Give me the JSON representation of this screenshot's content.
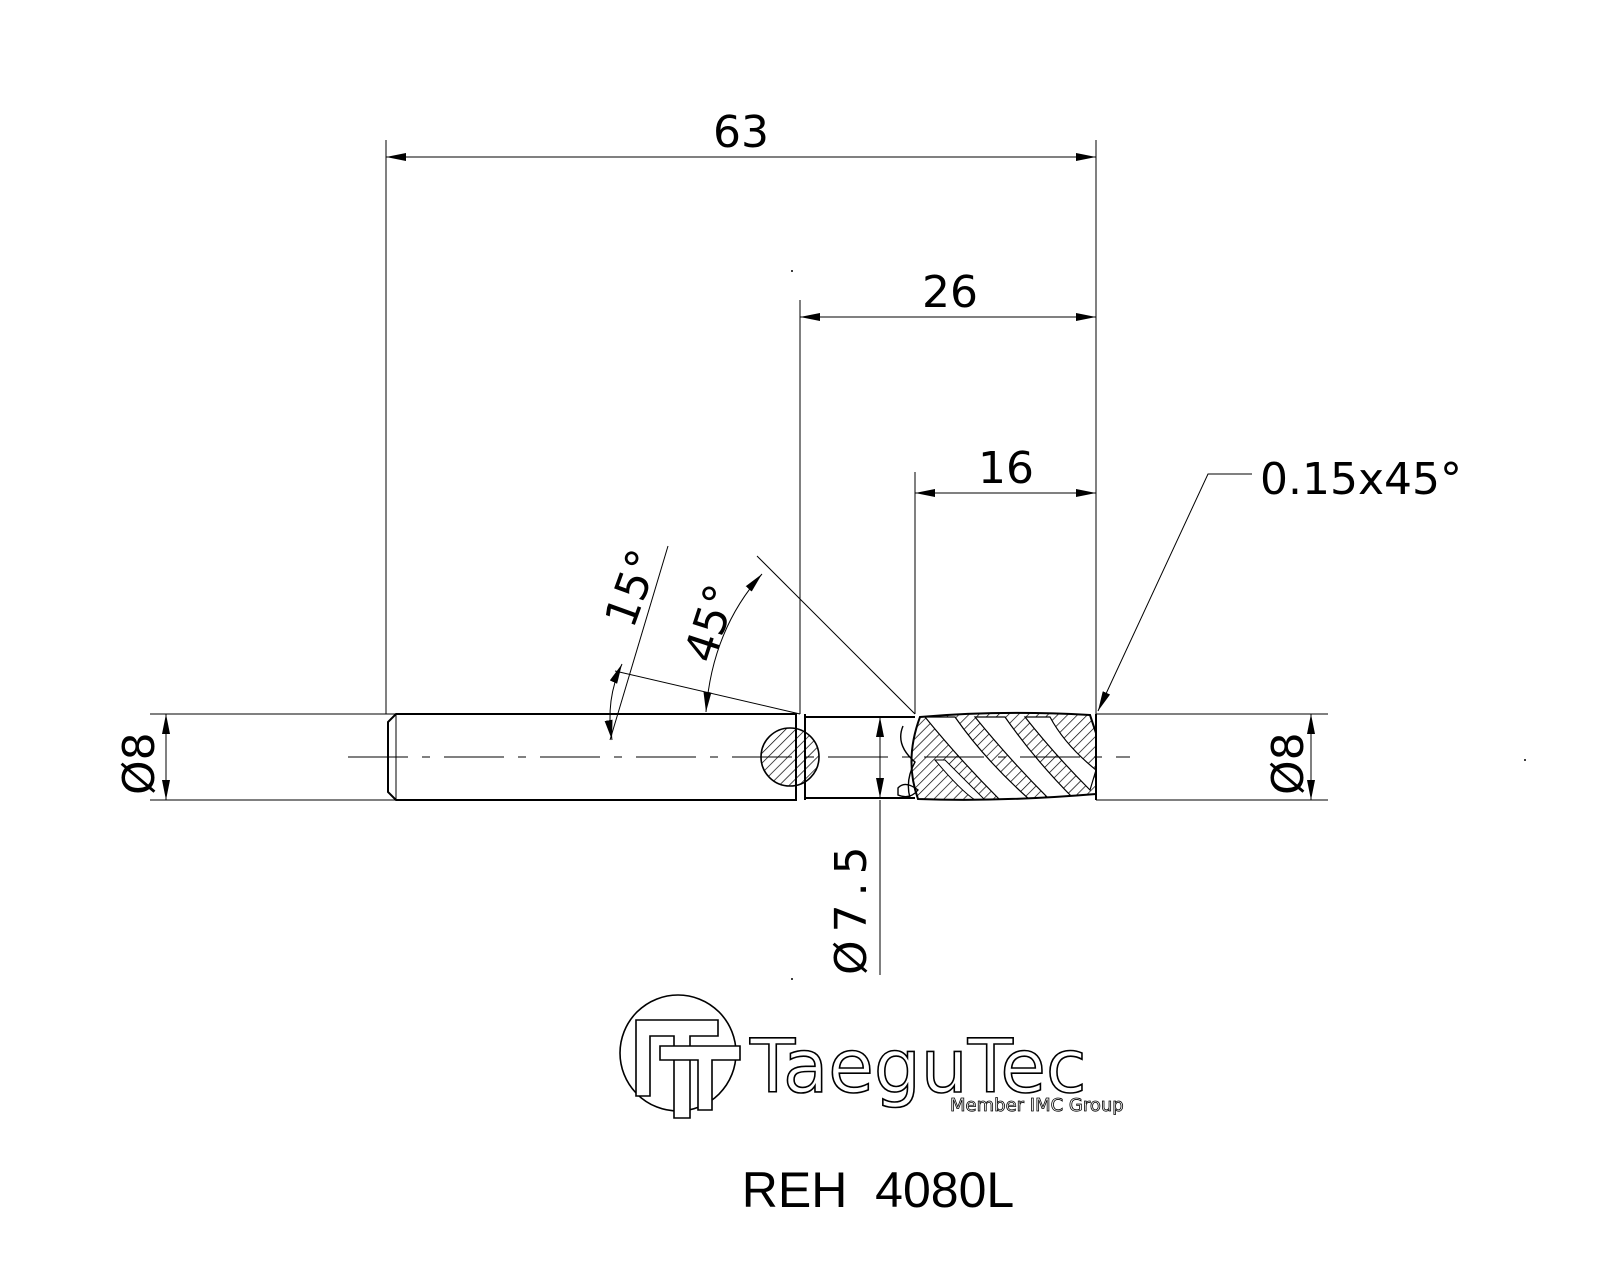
{
  "dimensions": {
    "overall_length": "63",
    "neck_length": "26",
    "cut_length": "16",
    "chamfer": "0.15x45°",
    "angle_15": "15°",
    "angle_45": "45°",
    "shank_dia_left": "Ø8",
    "cutter_dia_right": "Ø8",
    "neck_dia": "Ø7.5"
  },
  "logo": {
    "brand": "TaeguTec",
    "tagline": "Member IMC Group"
  },
  "part_number": "REH  4080L",
  "colors": {
    "line": "#000000",
    "logo_fill": "#ffffff",
    "logo_stroke": "#000000"
  }
}
